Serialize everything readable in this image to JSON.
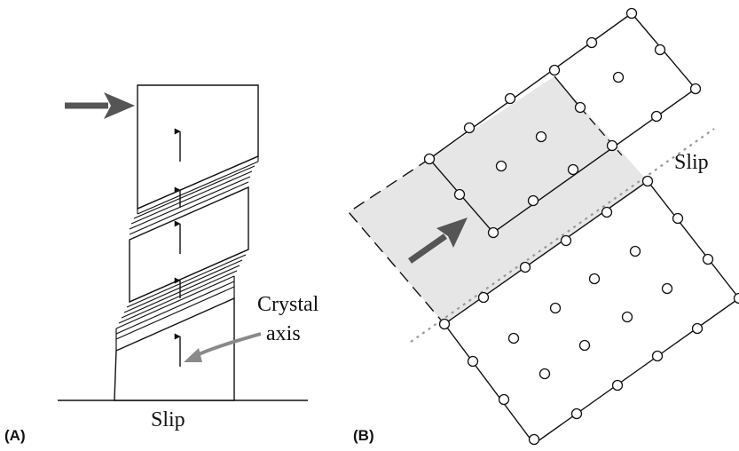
{
  "panel_a": {
    "panel_label": "(A)",
    "crystal_axis_label_line1": "Crystal",
    "crystal_axis_label_line2": "axis",
    "slip_label": "Slip"
  },
  "panel_b": {
    "panel_label": "(B)",
    "slip_label": "Slip"
  },
  "colors": {
    "line": "#111111",
    "arrow_dark": "#555555",
    "arrow_grey": "#8a8a8a",
    "shade": "#e6e6e6",
    "slip_dotted": "#9a9a9a"
  }
}
